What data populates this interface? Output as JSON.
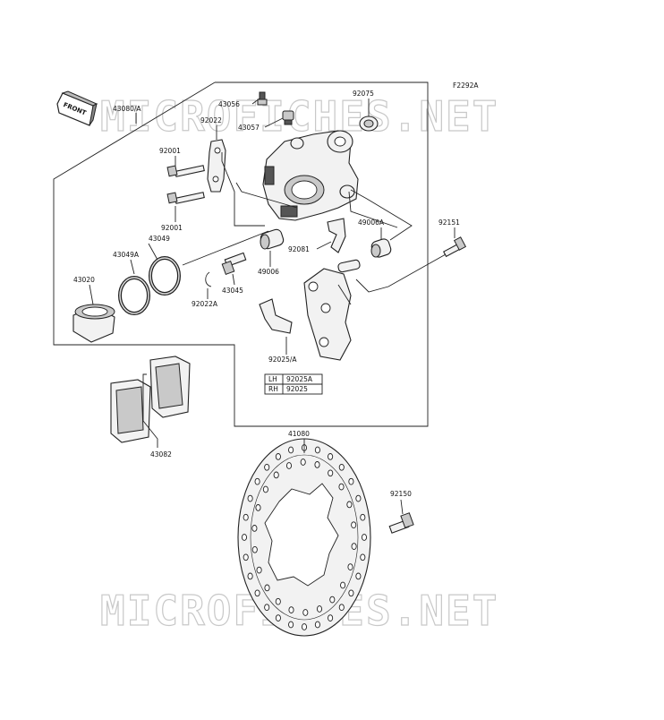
{
  "figure_code": "F2292A",
  "front_label": "FRONT",
  "watermark": "MICROFICHES.NET",
  "parts": {
    "p43080a": "43080/A",
    "p43056": "43056",
    "p92075": "92075",
    "p43057": "43057",
    "p92022": "92022",
    "p92001_top": "92001",
    "p92001_bottom": "92001",
    "p43049": "43049",
    "p43049a": "43049A",
    "p43020": "43020",
    "p92022a": "92022A",
    "p43045": "43045",
    "p49006": "49006",
    "p92081": "92081",
    "p49006a": "49006A",
    "p92151": "92151",
    "p92025a_main": "92025/A",
    "p43082": "43082",
    "p41080": "41080",
    "p92150": "92150"
  },
  "side_table": [
    {
      "side": "LH",
      "part": "92025A"
    },
    {
      "side": "RH",
      "part": "92025"
    }
  ]
}
